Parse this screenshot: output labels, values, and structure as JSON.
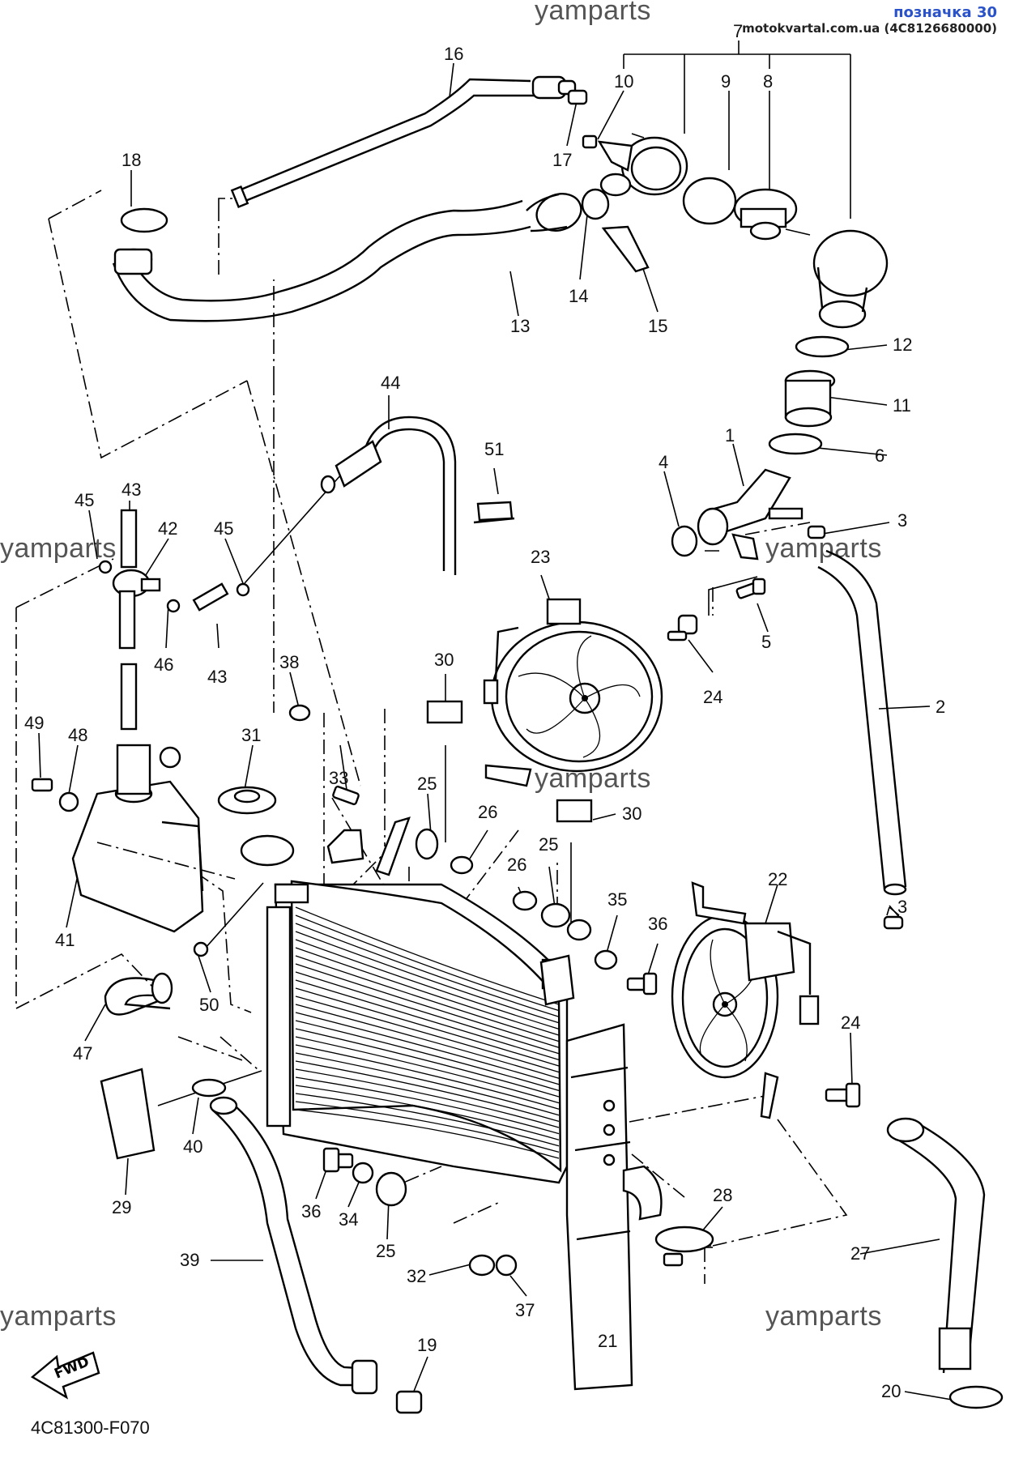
{
  "header": {
    "label": "позначка 30",
    "site": "motokvartal.com.ua (4C8126680000)"
  },
  "watermark": "yamparts",
  "diagram_code": "4C81300-F070",
  "fwd_label": "FWD",
  "callouts": [
    "1",
    "2",
    "3",
    "4",
    "5",
    "6",
    "7",
    "8",
    "9",
    "10",
    "11",
    "12",
    "13",
    "14",
    "15",
    "16",
    "17",
    "18",
    "19",
    "20",
    "21",
    "22",
    "23",
    "24",
    "25",
    "26",
    "27",
    "28",
    "29",
    "30",
    "31",
    "32",
    "33",
    "34",
    "35",
    "36",
    "37",
    "38",
    "39",
    "40",
    "41",
    "42",
    "43",
    "44",
    "45",
    "46",
    "47",
    "48",
    "49",
    "50",
    "51"
  ]
}
